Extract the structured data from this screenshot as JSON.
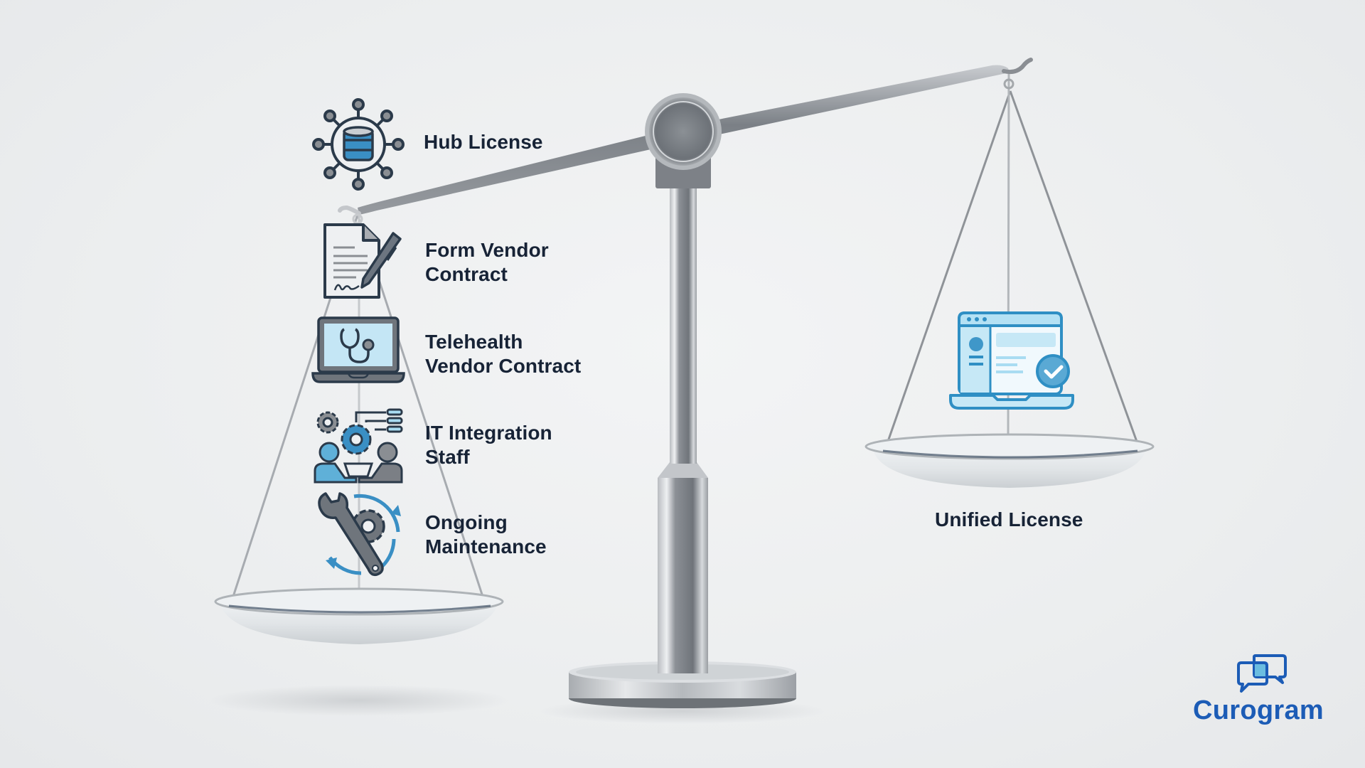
{
  "diagram": {
    "type": "balance-scale-comparison",
    "left_pan": {
      "state": "heavy",
      "items": [
        {
          "id": "hub",
          "icon": "hub-database-network-icon",
          "lines": [
            "Hub License"
          ]
        },
        {
          "id": "form",
          "icon": "contract-signing-icon",
          "lines": [
            "Form Vendor",
            "Contract"
          ]
        },
        {
          "id": "telehealth",
          "icon": "telehealth-laptop-stethoscope-icon",
          "lines": [
            "Telehealth",
            "Vendor Contract"
          ]
        },
        {
          "id": "it",
          "icon": "it-integration-staff-icon",
          "lines": [
            "IT Integration",
            "Staff"
          ]
        },
        {
          "id": "maintenance",
          "icon": "wrench-gear-cycle-icon",
          "lines": [
            "Ongoing",
            "Maintenance"
          ]
        }
      ]
    },
    "right_pan": {
      "state": "light",
      "icon": "unified-platform-laptop-check-icon",
      "label": "Unified License"
    }
  },
  "brand": {
    "name": "Curogram",
    "icon": "chat-bubbles-logo-icon"
  },
  "colors": {
    "text": "#172336",
    "icon_blue": "#3a8fc4",
    "icon_light_blue": "#a9dcf2",
    "icon_dark": "#2b3a4a",
    "icon_gray": "#7b7f85",
    "brand_blue": "#1c5cb6",
    "metal": "#8d9196",
    "background": "#eceeef"
  }
}
